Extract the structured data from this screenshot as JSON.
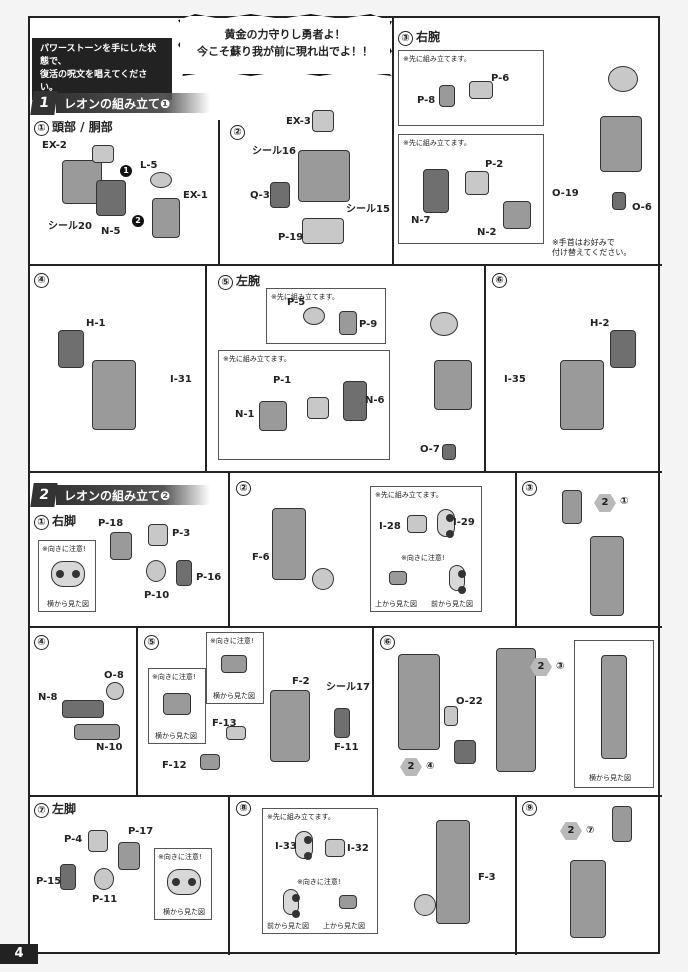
{
  "header": {
    "callout": [
      "パワーストーンを手にした状態で、",
      "復活の呪文を唱えてください。"
    ],
    "speech": [
      "黄金の力守りし勇者よ！",
      "今こそ蘇り我が前に現れ出でよ！！"
    ]
  },
  "sections": {
    "s1": {
      "num": "1",
      "title": "レオンの組み立て❶"
    },
    "s2": {
      "num": "2",
      "title": "レオンの組み立て❷"
    }
  },
  "steps": {
    "a1": {
      "num": "①",
      "title": "頭部 / 胴部"
    },
    "a2": {
      "num": "②"
    },
    "a3": {
      "num": "③",
      "title": "右腕"
    },
    "a4": {
      "num": "④"
    },
    "a5": {
      "num": "⑤",
      "title": "左腕"
    },
    "a6": {
      "num": "⑥"
    },
    "b1": {
      "num": "①",
      "title": "右脚"
    },
    "b2": {
      "num": "②"
    },
    "b3": {
      "num": "③"
    },
    "b4": {
      "num": "④"
    },
    "b5": {
      "num": "⑤"
    },
    "b6": {
      "num": "⑥"
    },
    "b7": {
      "num": "⑦",
      "title": "左脚"
    },
    "b8": {
      "num": "⑧"
    },
    "b9": {
      "num": "⑨"
    }
  },
  "notes": {
    "preassemble": "※先に組み立てます。",
    "orientation": "※向きに注意!",
    "hand_choice": [
      "※手首はお好みで",
      "付け替えてください。"
    ],
    "side_view": "横から見た図",
    "top_view": "上から見た図",
    "front_view": "前から見た図"
  },
  "parts": {
    "a1": [
      "EX-2",
      "L-5",
      "EX-1",
      "シール20",
      "N-5"
    ],
    "a2": [
      "EX-3",
      "シール16",
      "Q-3",
      "シール15",
      "P-19"
    ],
    "a3": [
      "P-8",
      "P-6",
      "P-2",
      "N-7",
      "N-2",
      "O-19",
      "O-6"
    ],
    "a4": [
      "H-1",
      "I-31"
    ],
    "a5": [
      "P-5",
      "P-9",
      "P-1",
      "N-1",
      "N-6",
      "O-7"
    ],
    "a6": [
      "H-2",
      "I-35"
    ],
    "b1": [
      "P-18",
      "P-3",
      "P-16",
      "P-10"
    ],
    "b2": [
      "F-6",
      "I-28",
      "I-29"
    ],
    "b4": [
      "O-8",
      "N-8",
      "N-10"
    ],
    "b5": [
      "F-2",
      "シール17",
      "F-13",
      "F-11",
      "F-12"
    ],
    "b6": [
      "O-22"
    ],
    "b7": [
      "P-4",
      "P-17",
      "P-15",
      "P-11"
    ],
    "b8": [
      "I-33",
      "I-32",
      "F-3"
    ]
  },
  "refs": {
    "b3": [
      "2",
      "①"
    ],
    "b6a": [
      "2",
      "③"
    ],
    "b6b": [
      "2",
      "④"
    ],
    "b9": [
      "2",
      "⑦"
    ]
  },
  "page_number": "4"
}
